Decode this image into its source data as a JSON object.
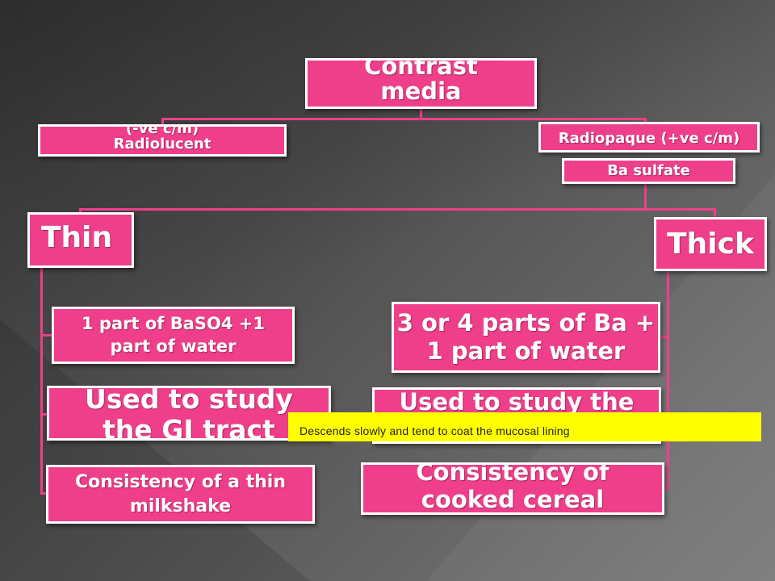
{
  "nodes": {
    "root": "Contrast media",
    "negative": "(-ve c/m) Radiolucent",
    "positive": "Radiopaque (+ve c/m)",
    "ba_sulfate": "Ba sulfate",
    "thin": "Thin",
    "thick": "Thick",
    "thin_ratio": "1 part of BaSO4 +1 part of water",
    "thin_use": "Used to study the GI tract",
    "thin_consistency_a": "Consistency of a thin",
    "thin_consistency_b": "milkshake",
    "thick_ratio": "3 or 4 parts of Ba + 1 part of water",
    "thick_use": "Used to study the",
    "thick_consistency": "Consistency of cooked cereal"
  },
  "callout": {
    "text": "Descends slowly and tend to coat the mucosal lining"
  },
  "colors": {
    "box_fill": "#ef3f8a",
    "box_border": "#ffffff",
    "callout_bg": "#ffff00"
  }
}
